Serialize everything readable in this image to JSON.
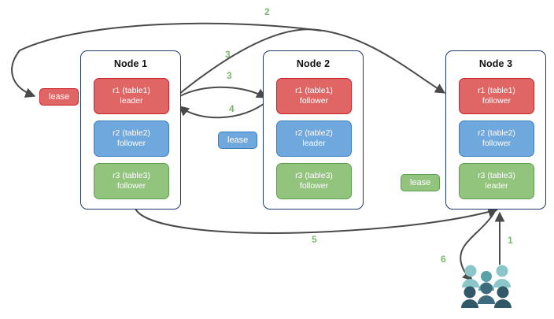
{
  "diagram": {
    "title": "distributed-range-lease-flow",
    "background": "#ffffff",
    "accent_step_color": "#77bb6a",
    "arrow_color": "#4a4a4a",
    "node_border_color": "#20386a"
  },
  "nodes": [
    {
      "id": "node1",
      "title": "Node 1",
      "replicas": [
        {
          "id": "n1r1",
          "line1": "r1 (table1)",
          "line2": "leader",
          "color": "#e06666",
          "border": "#cc2127",
          "role": "leader"
        },
        {
          "id": "n1r2",
          "line1": "r2 (table2)",
          "line2": "follower",
          "color": "#6fa8dc",
          "border": "#3a7ec0",
          "role": "follower"
        },
        {
          "id": "n1r3",
          "line1": "r3 (table3)",
          "line2": "follower",
          "color": "#93c47d",
          "border": "#5aa14b",
          "role": "follower"
        }
      ]
    },
    {
      "id": "node2",
      "title": "Node 2",
      "replicas": [
        {
          "id": "n2r1",
          "line1": "r1 (table1)",
          "line2": "follower",
          "color": "#e06666",
          "border": "#cc2127",
          "role": "follower"
        },
        {
          "id": "n2r2",
          "line1": "r2 (table2)",
          "line2": "leader",
          "color": "#6fa8dc",
          "border": "#3a7ec0",
          "role": "leader"
        },
        {
          "id": "n2r3",
          "line1": "r3 (table3)",
          "line2": "follower",
          "color": "#93c47d",
          "border": "#5aa14b",
          "role": "follower"
        }
      ]
    },
    {
      "id": "node3",
      "title": "Node 3",
      "replicas": [
        {
          "id": "n3r1",
          "line1": "r1 (table1)",
          "line2": "follower",
          "color": "#e06666",
          "border": "#cc2127",
          "role": "follower"
        },
        {
          "id": "n3r2",
          "line1": "r2 (table2)",
          "line2": "follower",
          "color": "#6fa8dc",
          "border": "#3a7ec0",
          "role": "follower"
        },
        {
          "id": "n3r3",
          "line1": "r3 (table3)",
          "line2": "leader",
          "color": "#93c47d",
          "border": "#5aa14b",
          "role": "leader"
        }
      ]
    }
  ],
  "leases": [
    {
      "id": "lease-r1",
      "label": "lease",
      "color": "#e06666",
      "border": "#cc2127",
      "for_range": "r1 (table1)"
    },
    {
      "id": "lease-r2",
      "label": "lease",
      "color": "#6fa8dc",
      "border": "#3a7ec0",
      "for_range": "r2 (table2)"
    },
    {
      "id": "lease-r3",
      "label": "lease",
      "color": "#93c47d",
      "border": "#5aa14b",
      "for_range": "r3 (table3)"
    }
  ],
  "steps": [
    {
      "id": "step-1",
      "label": "1"
    },
    {
      "id": "step-2",
      "label": "2"
    },
    {
      "id": "step-3a",
      "label": "3"
    },
    {
      "id": "step-3b",
      "label": "3"
    },
    {
      "id": "step-4",
      "label": "4"
    },
    {
      "id": "step-5",
      "label": "5"
    },
    {
      "id": "step-6",
      "label": "6"
    }
  ],
  "users_icon": {
    "name": "users-group-icon",
    "back_row_color": "#8bc7c8",
    "front_row_color": "#3d6b7d",
    "center_color": "#5aa0a8"
  }
}
